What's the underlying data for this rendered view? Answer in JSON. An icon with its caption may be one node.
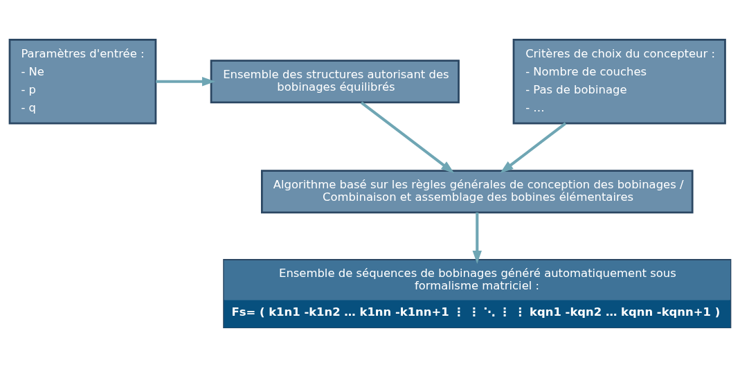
{
  "diagram": {
    "nodes": [
      {
        "text": [
          "Paramètres d'entrée :",
          "- Ne",
          "- p",
          "- q"
        ]
      },
      {
        "text": [
          "Ensemble des structures autorisant des bobinages équilibrés"
        ]
      },
      {
        "text": [
          "Algorithme basé sur les règles générales de conception des bobinages / Combinaison et assemblage des bobines élémentaires"
        ]
      },
      {
        "text": [
          "Critères de choix du concepteur :",
          "- Nombre de couches",
          "- Pas de bobinage",
          "- …"
        ]
      },
      {
        "text": [
          "Ensemble de séquences de bobinages généré automatiquement sous formalisme matriciel :",
          "Fs= ( k1n1 -k1n2 … k1nn -k1nn+1 ⋮ ⋮ ⋱ ⋮ ⋮ kqn1 -kqn2 … kqnn -kqnn+1 )"
        ]
      }
    ],
    "edges": [
      {
        "from": 0,
        "to": 1,
        "arrow": "to"
      },
      {
        "from": 1,
        "to": 2,
        "arrow": "to"
      },
      {
        "from": 3,
        "to": 2,
        "arrow": "to"
      },
      {
        "from": 2,
        "to": 4,
        "arrow": "to"
      }
    ]
  }
}
